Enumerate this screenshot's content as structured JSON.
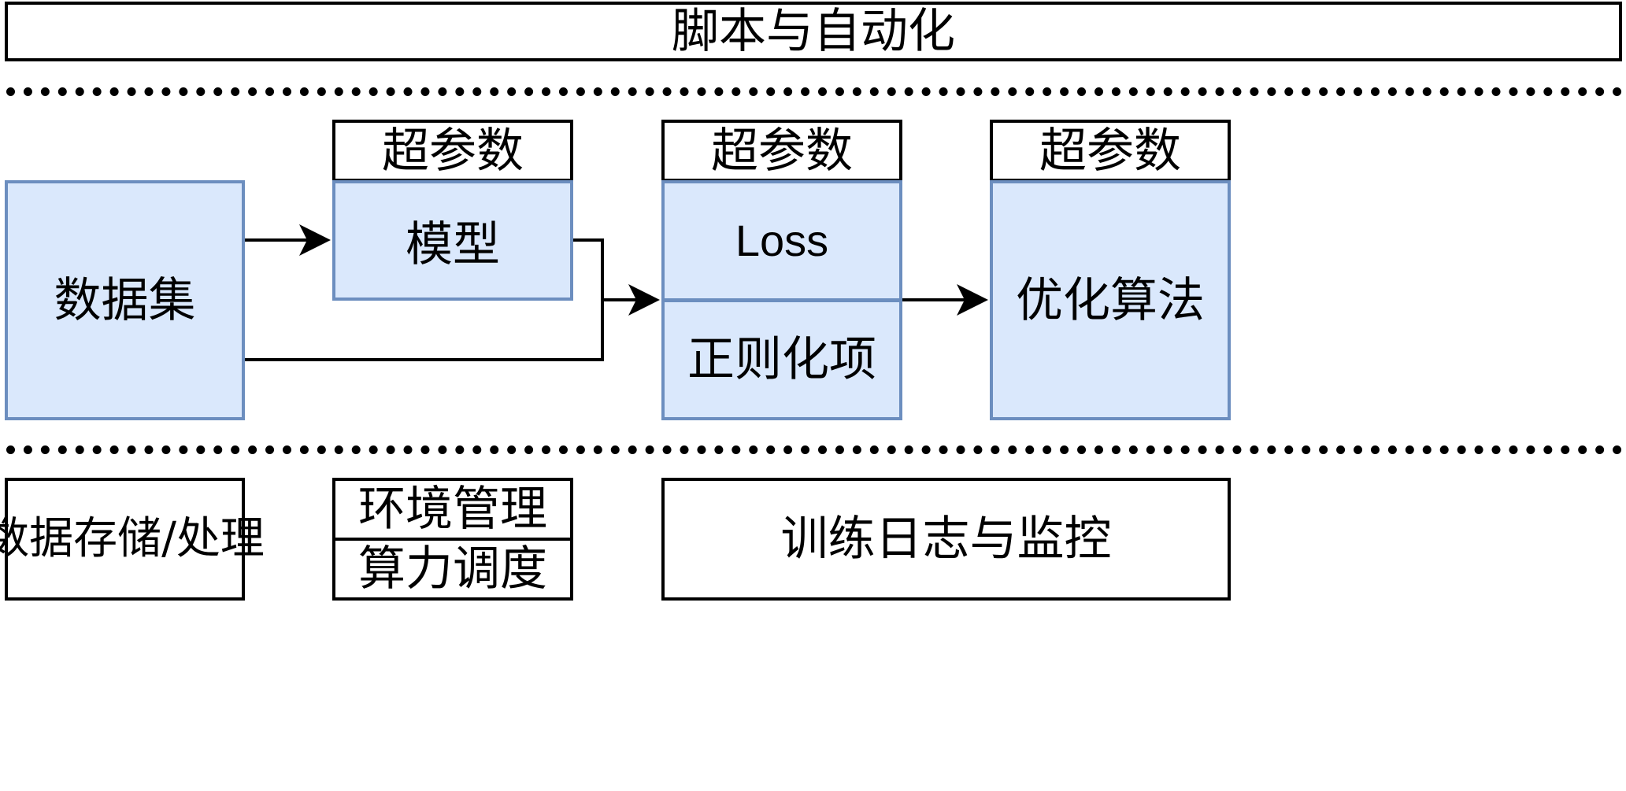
{
  "top_bar": {
    "label": "脚本与自动化"
  },
  "dataset": {
    "label": "数据集"
  },
  "model_group": {
    "hyperparams_label": "超参数",
    "main_label": "模型"
  },
  "loss_group": {
    "hyperparams_label": "超参数",
    "loss_label": "Loss",
    "regularization_label": "正则化项"
  },
  "optimizer_group": {
    "hyperparams_label": "超参数",
    "main_label": "优化算法"
  },
  "bottom_row": {
    "storage_label": "数据存储/处理",
    "env_label": "环境管理",
    "compute_label": "算力调度",
    "logging_label": "训练日志与监控"
  },
  "colors": {
    "node_fill": "#dae8fc",
    "node_border": "#6c8ebf",
    "line": "#000000",
    "background": "#ffffff"
  }
}
